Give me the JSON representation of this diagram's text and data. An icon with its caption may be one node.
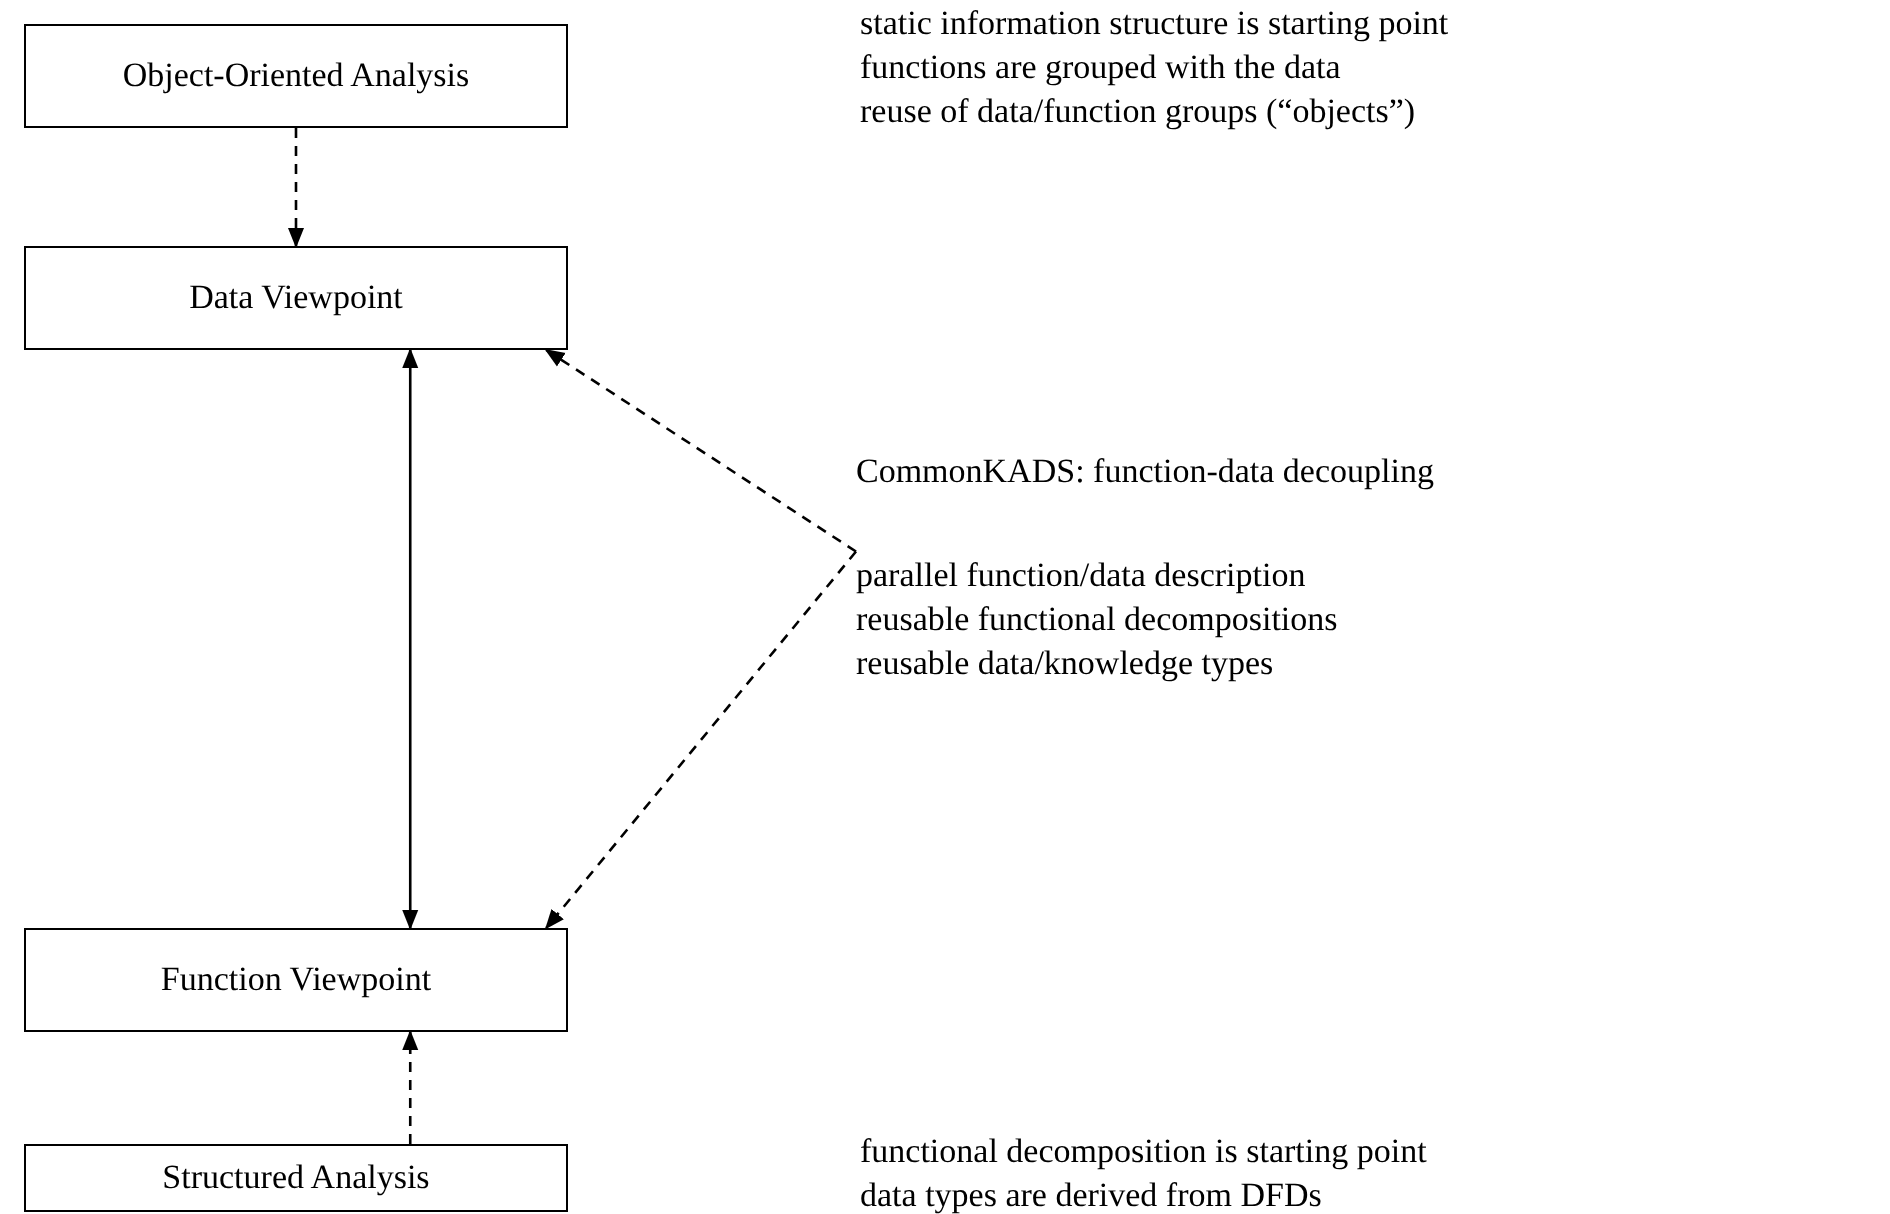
{
  "diagram": {
    "nodes": [
      {
        "text": [
          "Object-Oriented Analysis"
        ]
      },
      {
        "text": [
          "Data Viewpoint"
        ]
      },
      {
        "text": [
          "Function Viewpoint"
        ]
      },
      {
        "text": [
          "Structured Analysis"
        ]
      },
      {
        "text": [
          "CommonKADS: function-data decoupling",
          "parallel function/data description",
          "reusable functional decompositions",
          "reusable data/knowledge types"
        ]
      }
    ],
    "edges": [
      {
        "from": 0,
        "to": 1,
        "arrow": "to",
        "style": "dashed"
      },
      {
        "from": 1,
        "to": 2,
        "arrow": "both"
      },
      {
        "from": 3,
        "to": 2,
        "arrow": "to",
        "style": "dashed"
      },
      {
        "from": 4,
        "to": 1,
        "arrow": "to",
        "style": "dashed"
      },
      {
        "from": 4,
        "to": 2,
        "arrow": "to",
        "style": "dashed"
      }
    ],
    "labels": [
      "static information structure is starting point",
      "functions are grouped with the data",
      "reuse of data/function groups (“objects”)",
      "functional decomposition is starting point",
      "data types are derived from DFDs"
    ]
  }
}
